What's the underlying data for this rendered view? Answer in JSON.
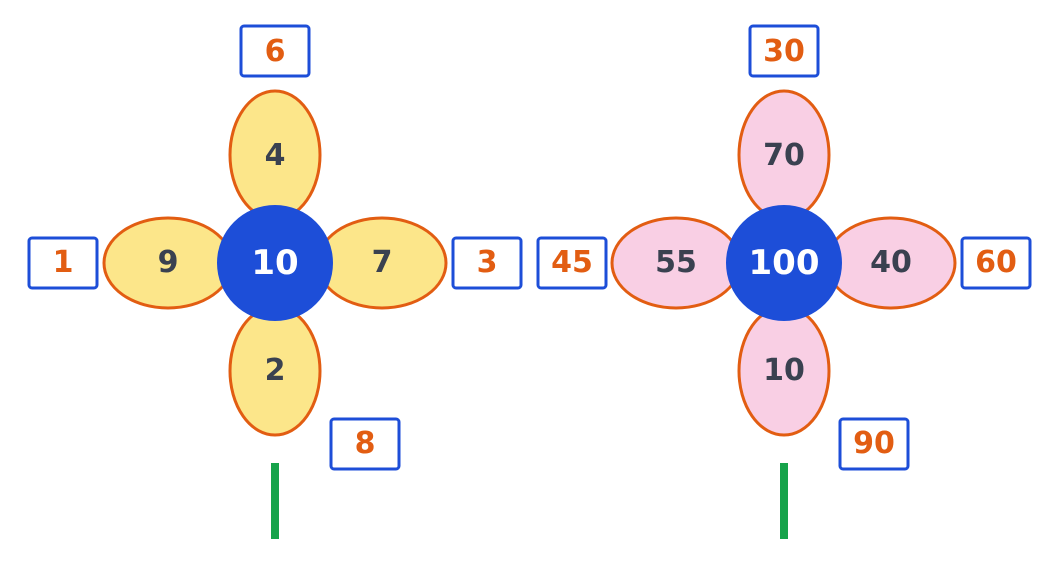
{
  "flowers": [
    {
      "center": "10",
      "petals": {
        "top": "4",
        "left": "9",
        "right": "7",
        "bottom": "2"
      },
      "boxes": {
        "top": "6",
        "left": "1",
        "right": "3",
        "bottom_right": "8"
      },
      "petal_color": "#fce68a"
    },
    {
      "center": "100",
      "petals": {
        "top": "70",
        "left": "55",
        "right": "40",
        "bottom": "10"
      },
      "boxes": {
        "top": "30",
        "left": "45",
        "right": "60",
        "bottom_right": "90"
      },
      "petal_color": "#f9cfe4"
    }
  ],
  "colors": {
    "petal_outline": "#e25d12",
    "center_fill": "#1d4ed8",
    "box_border": "#1d4ed8",
    "box_text": "#e25d12",
    "petal_text": "#3a4150",
    "center_text": "#ffffff",
    "stem": "#16a34a"
  }
}
